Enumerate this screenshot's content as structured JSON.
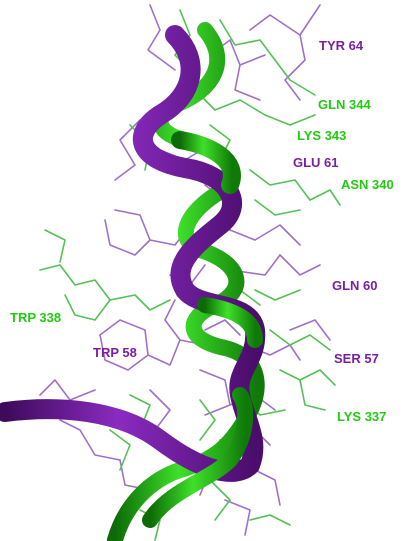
{
  "colors": {
    "chain_a": "#7b1fa2",
    "chain_a_dark": "#4a0d6b",
    "chain_a_sticks": "#a070c8",
    "chain_b": "#22cc11",
    "chain_b_dark": "#0f7a08",
    "chain_b_sticks": "#55c055",
    "background": "#ffffff"
  },
  "labels": [
    {
      "id": "tyr64",
      "text": "TYR 64",
      "chain": "a"
    },
    {
      "id": "gln344",
      "text": "GLN 344",
      "chain": "b"
    },
    {
      "id": "lys343",
      "text": "LYS 343",
      "chain": "b"
    },
    {
      "id": "glu61",
      "text": "GLU 61",
      "chain": "a"
    },
    {
      "id": "asn340",
      "text": "ASN 340",
      "chain": "b"
    },
    {
      "id": "gln60",
      "text": "GLN 60",
      "chain": "a"
    },
    {
      "id": "trp338",
      "text": "TRP 338",
      "chain": "b"
    },
    {
      "id": "trp58",
      "text": "TRP 58",
      "chain": "a"
    },
    {
      "id": "ser57",
      "text": "SER 57",
      "chain": "a"
    },
    {
      "id": "lys337",
      "text": "LYS 337",
      "chain": "b"
    }
  ]
}
